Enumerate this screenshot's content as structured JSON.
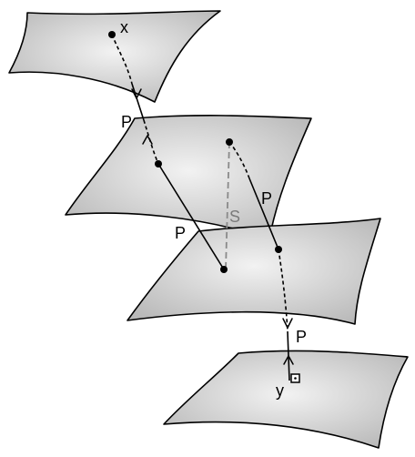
{
  "labels": {
    "x": "x",
    "y": "y",
    "p": "P",
    "s": "S"
  },
  "colors": {
    "sheet_center": "#f2f2f2",
    "sheet_edge": "#bdbdbd",
    "gray_dashed": "#8a8a8a"
  }
}
